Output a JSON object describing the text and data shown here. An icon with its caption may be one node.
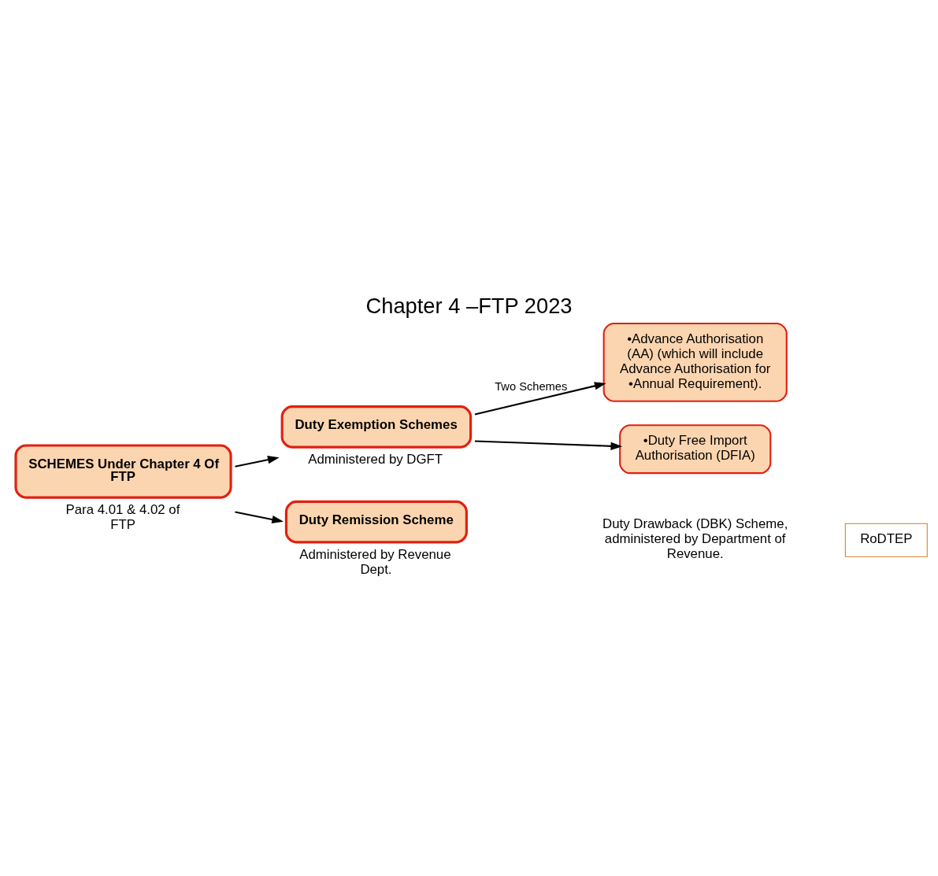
{
  "diagram": {
    "title": "Chapter 4 –FTP 2023",
    "nodes": [
      {
        "text": [
          "SCHEMES Under Chapter 4 Of FTP"
        ],
        "beside": [
          "Para 4.01 & 4.02 of FTP"
        ]
      },
      {
        "text": [
          "Duty Exemption Schemes"
        ],
        "beside": [
          "Administered by DGFT"
        ]
      },
      {
        "text": [
          "•Advance Authorisation (AA) (which will include Advance Authorisation for •Annual Requirement)."
        ]
      },
      {
        "text": [
          "•Duty Free Import Authorisation (DFIA)"
        ]
      },
      {
        "text": [
          "Duty Remission Scheme"
        ],
        "beside": [
          "Administered by Revenue Dept."
        ]
      },
      {
        "text": [
          "RoDTEP"
        ]
      }
    ],
    "edges": [
      {
        "from": 0,
        "to": 1,
        "arrow": "to"
      },
      {
        "from": 0,
        "to": 4,
        "arrow": "to"
      },
      {
        "from": 1,
        "to": 2,
        "arrow": "to",
        "label": "Two Schemes"
      },
      {
        "from": 1,
        "to": 3,
        "arrow": "to"
      }
    ],
    "labels": [
      "Duty Drawback (DBK) Scheme, administered by Department of Revenue."
    ]
  }
}
